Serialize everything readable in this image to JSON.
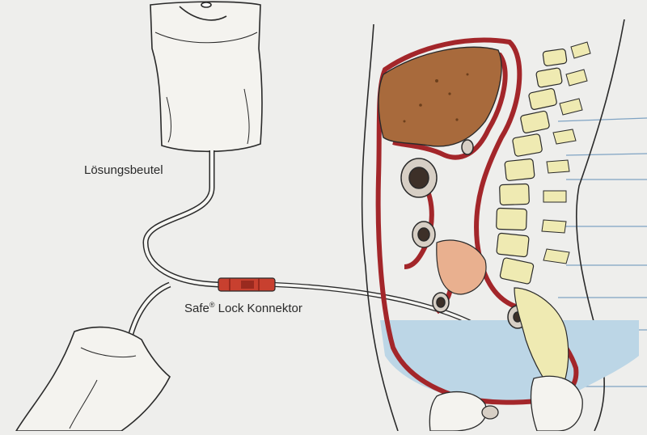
{
  "labels": {
    "solution_bag": "Lösungsbeutel",
    "connector_brand": "Safe",
    "connector_mark": "®",
    "connector_rest": " Lock Konnektor"
  },
  "colors": {
    "background": "#eeeeec",
    "outline": "#2a2a2a",
    "peritoneum_red": "#a3262a",
    "liver_brown": "#a86a3c",
    "dialysate_blue": "#bcd6e6",
    "spine_yellow": "#efeab2",
    "connector_red": "#c8402f",
    "bag_fill": "#f4f3ef",
    "leader_line": "#7fa3c3"
  }
}
